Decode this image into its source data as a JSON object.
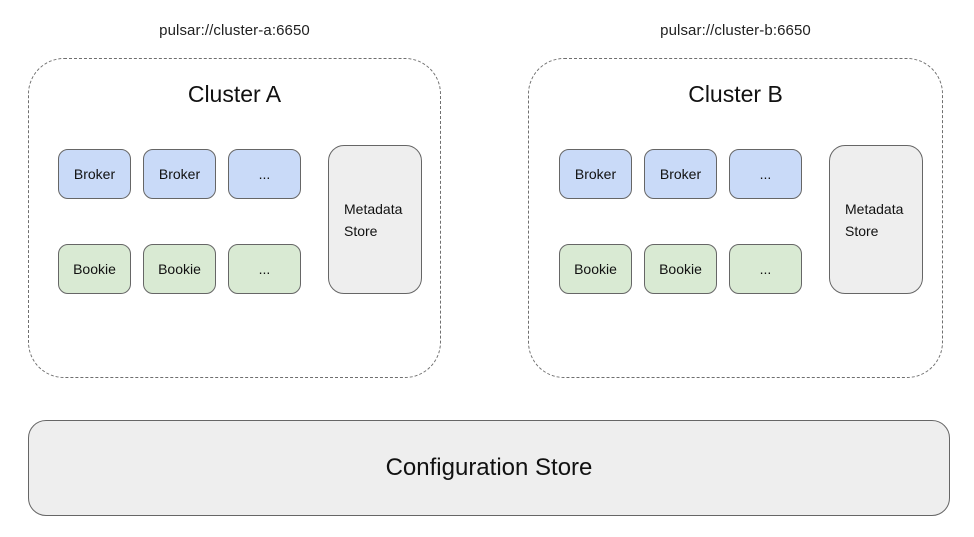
{
  "diagram": {
    "type": "architecture-diagram",
    "clusters": [
      {
        "endpoint": "pulsar://cluster-a:6650",
        "title": "Cluster A",
        "brokers": [
          "Broker",
          "Broker",
          "..."
        ],
        "bookies": [
          "Bookie",
          "Bookie",
          "..."
        ],
        "metadata_store": "Metadata Store"
      },
      {
        "endpoint": "pulsar://cluster-b:6650",
        "title": "Cluster B",
        "brokers": [
          "Broker",
          "Broker",
          "..."
        ],
        "bookies": [
          "Bookie",
          "Bookie",
          "..."
        ],
        "metadata_store": "Metadata Store"
      }
    ],
    "configuration_store": "Configuration Store",
    "colors": {
      "broker_fill": "#c9daf8",
      "bookie_fill": "#d9ead3",
      "store_fill": "#eeeeee",
      "box_border": "#666666",
      "cluster_border": "#6f6f6f"
    }
  }
}
